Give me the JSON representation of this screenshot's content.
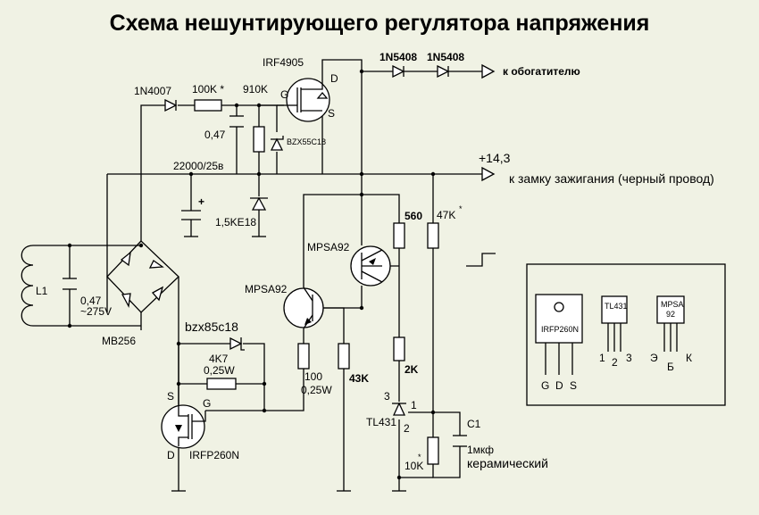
{
  "title": "Схема нешунтирующего регулятора напряжения",
  "components": {
    "q_top": "IRF4905",
    "q_top_g": "G",
    "q_top_d": "D",
    "q_top_s": "S",
    "d_series_1": "1N5408",
    "d_series_2": "1N5408",
    "out_label": "к обогатителю",
    "d_input": "1N4007",
    "r_input": "100K *",
    "r_gate": "910K",
    "c_047": "0,47",
    "zener_gate": "BZX55C18",
    "c_main": "22000/25в",
    "plus_sign": "+",
    "tvs": "1,5KE18",
    "vout": "+14,3",
    "ign_label": "к замку зажигания (черный провод)",
    "r_560": "560",
    "r_47k": "47K",
    "asterisk": "*",
    "q_pnp_1": "MPSA92",
    "q_pnp_2": "MPSA92",
    "coil": "L1",
    "c_075a": "0,47",
    "c_075b": "~275V",
    "bridge": "MB256",
    "zener_low": "bzx85c18",
    "r_4k7a": "4K7",
    "r_4k7b": "0,25W",
    "q_bot_g": "G",
    "q_bot_s": "S",
    "q_bot_d": "D",
    "q_bot": "IRFP260N",
    "r_100a": "100",
    "r_100b": "0,25W",
    "r_43k": "43K",
    "r_2k": "2K",
    "tl_pin3": "3",
    "tl_pin1": "1",
    "tl_pin2": "2",
    "tl431": "TL431",
    "c1": "C1",
    "c1_val": "1мкф",
    "c1_type": "керамический",
    "r_10k": "10K",
    "asterisk2": "*"
  },
  "pinout": {
    "irfp_name": "IRFP260N",
    "irfp_pins": [
      "G",
      "D",
      "S"
    ],
    "tl_name": "TL431",
    "tl_pins": [
      "1",
      "2",
      "3"
    ],
    "mpsa_name": "MPSA",
    "mpsa_num": "92",
    "mpsa_pins": [
      "Э",
      "Б",
      "К"
    ]
  }
}
